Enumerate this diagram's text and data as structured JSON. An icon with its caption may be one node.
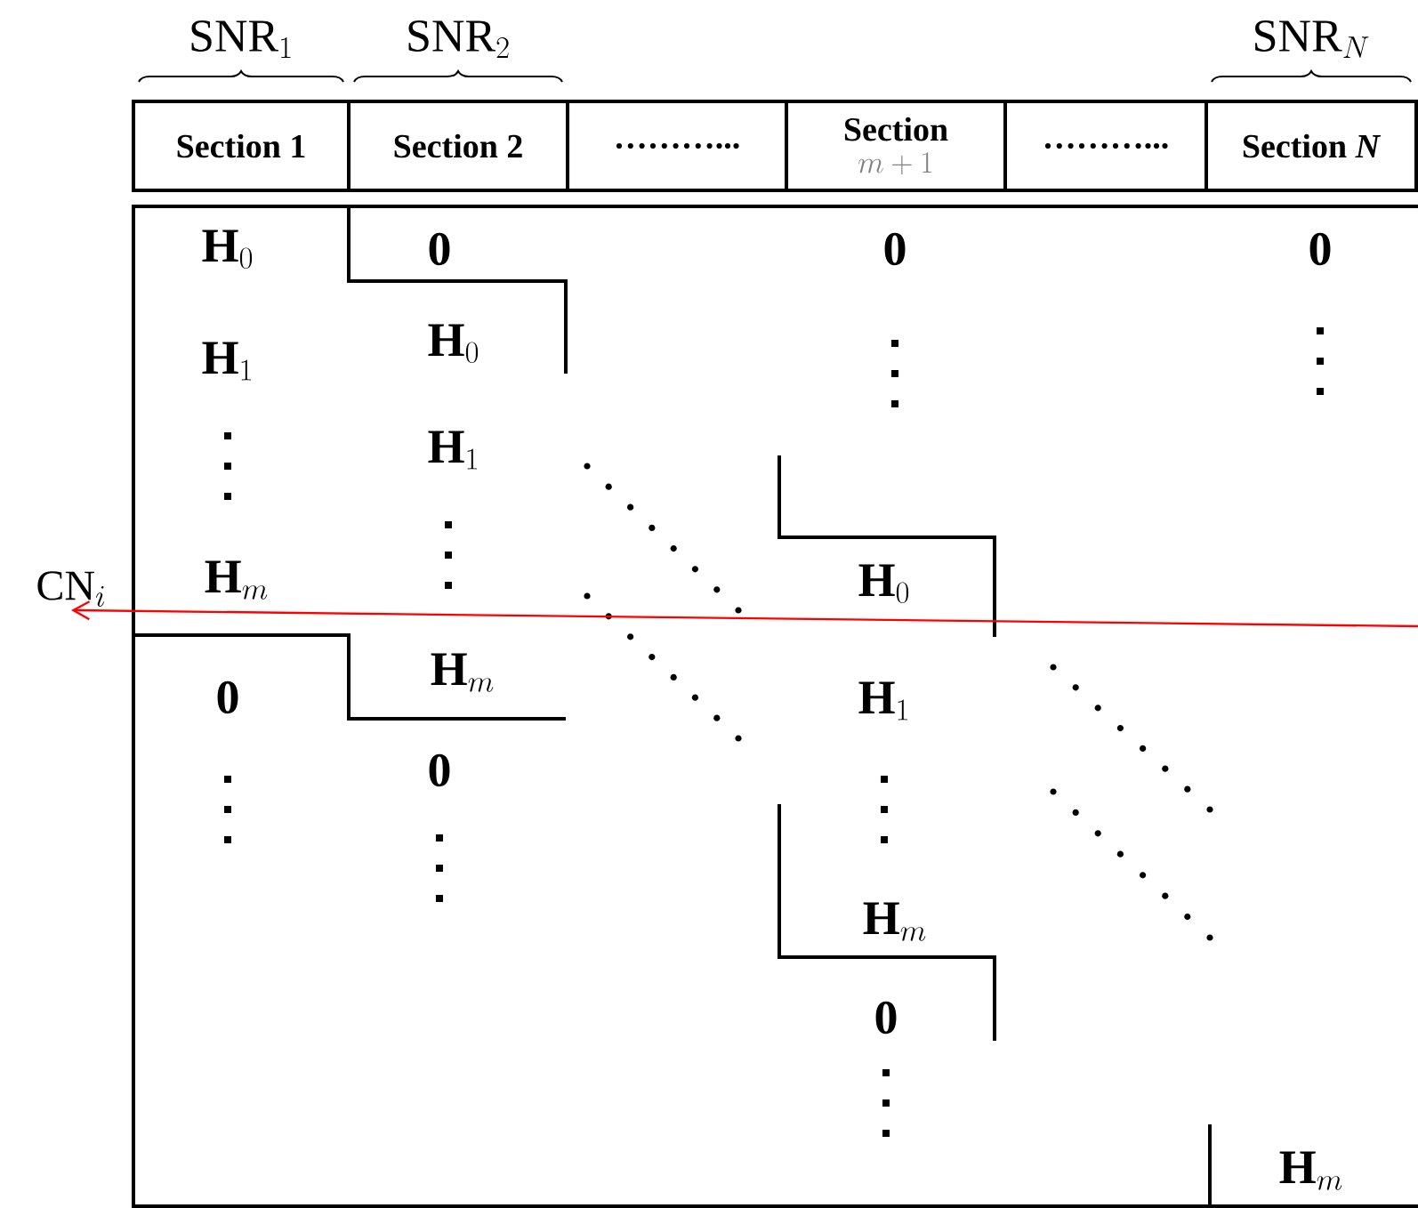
{
  "diagram": {
    "nodes": [
      {
        "text": [
          "Section 1"
        ],
        "beside": [
          "\\mathrm{SNR}_1"
        ]
      },
      {
        "text": [
          "Section 2"
        ],
        "beside": [
          "\\mathrm{SNR}_2"
        ]
      },
      {
        "text": [
          "………..."
        ]
      },
      {
        "text": [
          "Section",
          "m+1"
        ]
      },
      {
        "text": [
          "………..."
        ]
      },
      {
        "text": [
          "Section *N*"
        ],
        "beside": [
          "\\mathrm{SNR}_N"
        ]
      },
      {
        "text": [
          "\\mathrm{CN}_i"
        ]
      }
    ],
    "edges": [
      {
        "from": null,
        "to": 6,
        "arrow": "to",
        "color": "#ff0000"
      }
    ],
    "labels": [
      "\\mathbf{H}_0",
      "\\mathbf{0}",
      "\\mathbf{0}",
      "\\mathbf{0}",
      "\\mathbf{H}_0",
      "\\mathbf{H}_1",
      "\\mathbf{H}_1",
      "\\mathbf{H}_m",
      "\\mathbf{H}_0",
      "\\mathbf{H}_m",
      "\\mathbf{0}",
      "\\mathbf{H}_1",
      "\\mathbf{0}",
      "\\mathbf{H}_m",
      "\\mathbf{0}",
      "\\mathbf{H}_m"
    ]
  }
}
